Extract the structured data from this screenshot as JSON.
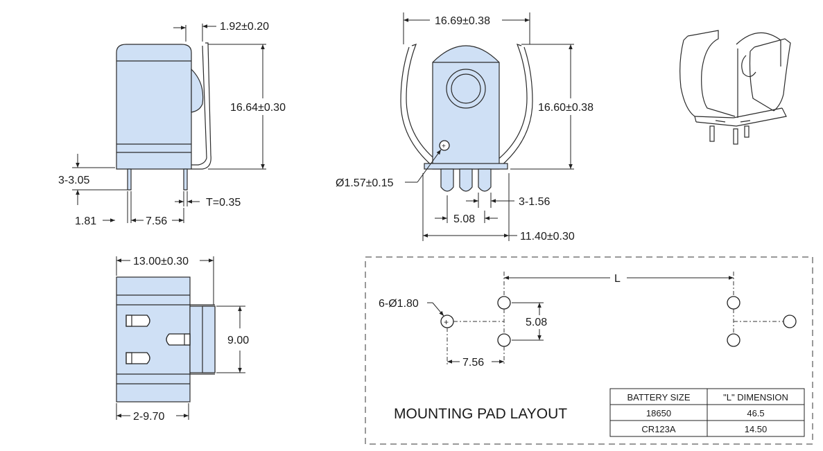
{
  "side_view": {
    "lead_thickness": "1.92±0.20",
    "height": "16.64±0.30",
    "lead_length": "3-3.05",
    "thickness": "T=0.35",
    "offset": "1.81",
    "pitch": "7.56"
  },
  "front_view": {
    "width": "16.69±0.38",
    "height": "16.60±0.38",
    "hole_diameter": "Ø1.57±0.15",
    "pin_width": "3-1.56",
    "pin_pitch": "5.08",
    "base_width": "11.40±0.30"
  },
  "bottom_view": {
    "width": "13.00±0.30",
    "height": "9.00",
    "slot_width": "2-9.70"
  },
  "pad_layout": {
    "title": "MOUNTING PAD LAYOUT",
    "hole_spec": "6-Ø1.80",
    "vertical_pitch": "5.08",
    "horizontal_pitch": "7.56",
    "l_label": "L"
  },
  "battery_table": {
    "headers": [
      "BATTERY SIZE",
      "\"L\" DIMENSION"
    ],
    "rows": [
      [
        "18650",
        "46.5"
      ],
      [
        "CR123A",
        "14.50"
      ]
    ]
  }
}
